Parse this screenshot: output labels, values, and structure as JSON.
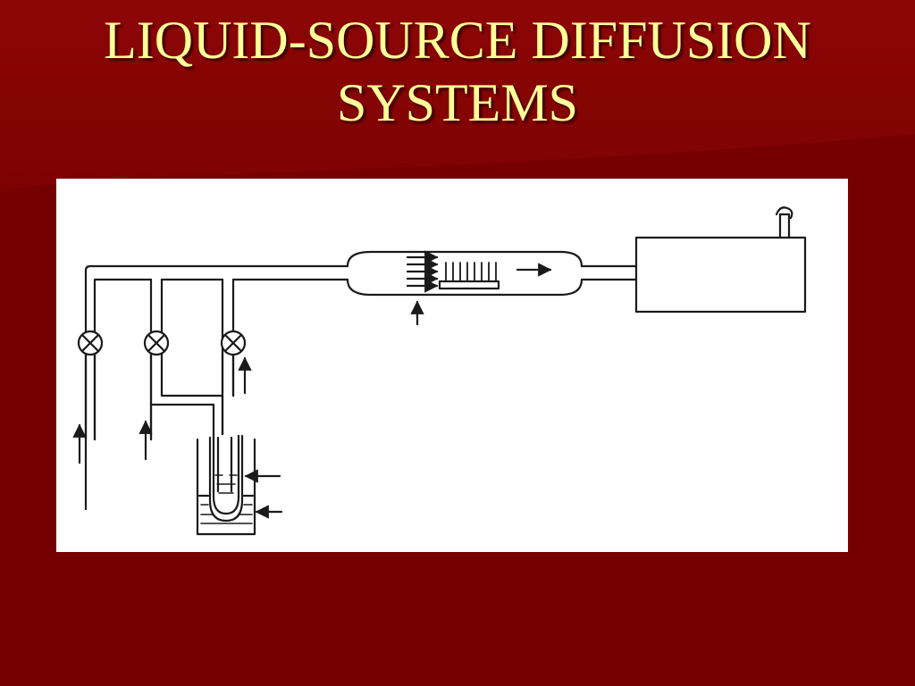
{
  "slide": {
    "title_line_1": "LIQUID-SOURCE DIFFUSION",
    "title_line_2": "SYSTEMS",
    "colors": {
      "background": "#760000",
      "background_top": "#8b0505",
      "title": "#ffff99",
      "diagram_background": "#ffffff",
      "diagram_stroke": "#1a1a1a"
    }
  },
  "diagram": {
    "components": [
      "gas-inlet-1",
      "gas-inlet-2",
      "gas-inlet-3",
      "valve-1",
      "valve-2",
      "valve-3",
      "bubbler-liquid-source",
      "furnace-tube",
      "wafer-boat",
      "exhaust-box"
    ]
  }
}
